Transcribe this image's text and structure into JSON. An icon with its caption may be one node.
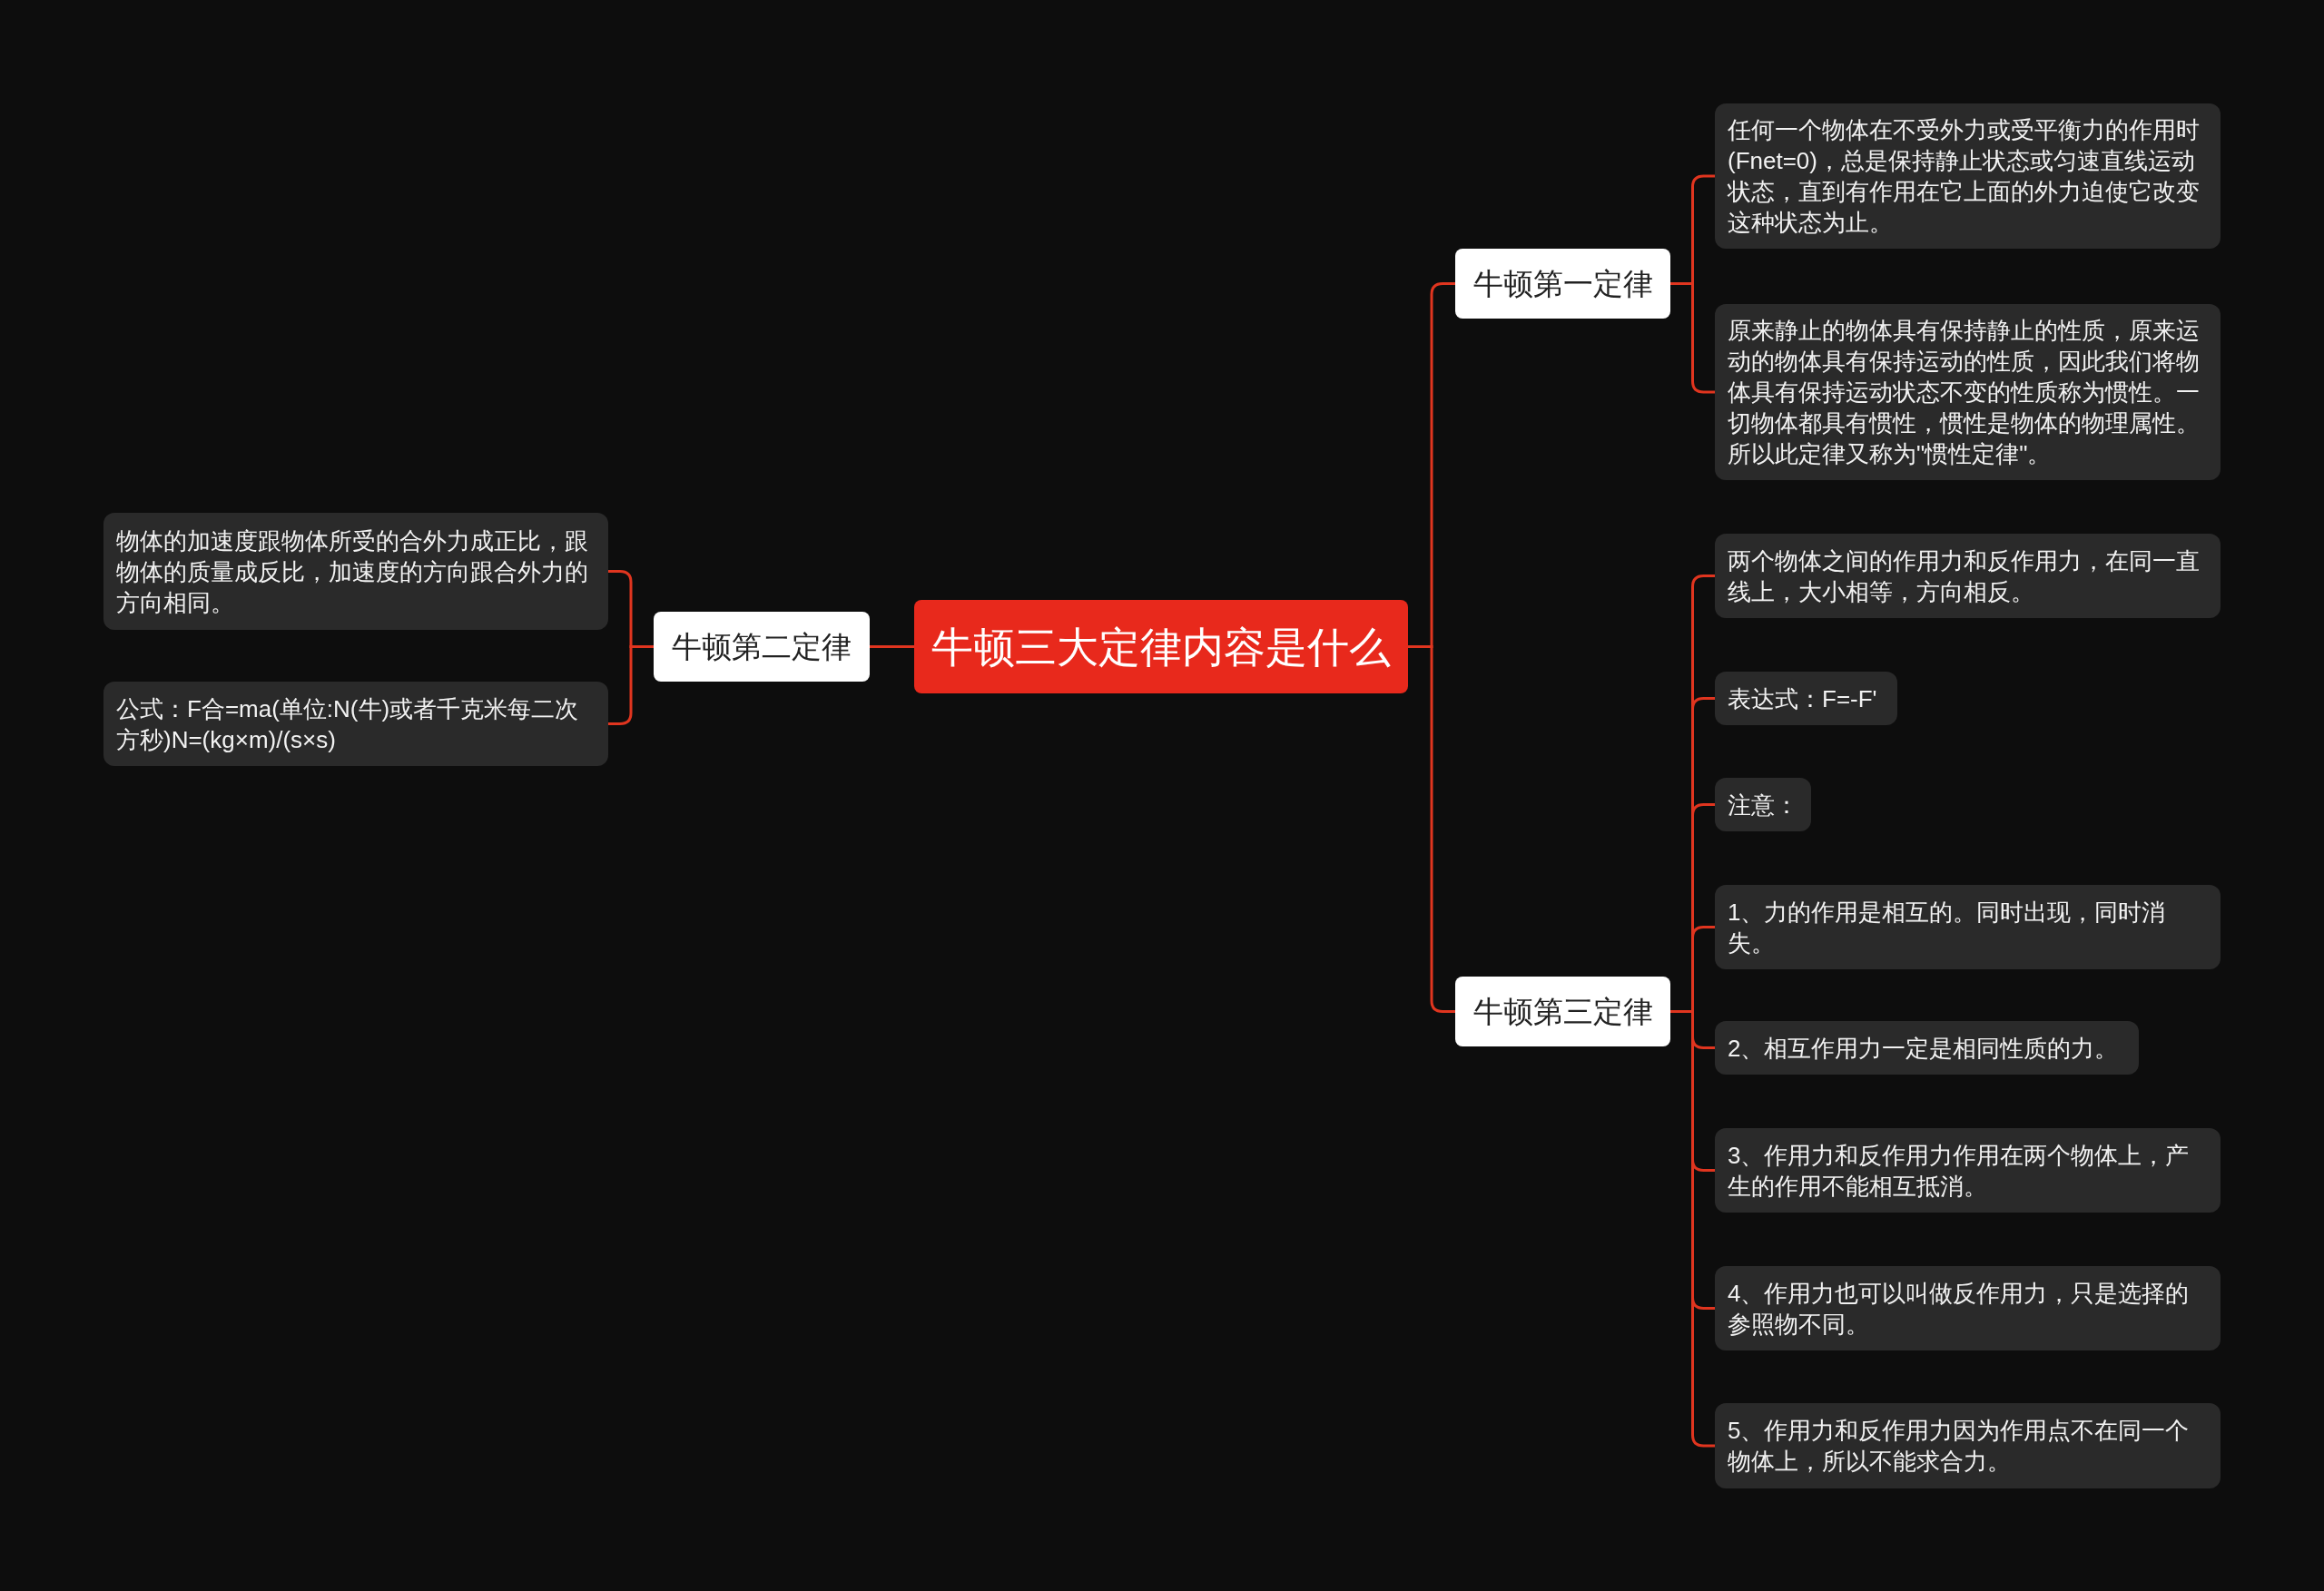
{
  "diagram": {
    "nodes": [
      {
        "text": [
          "牛顿三大定律内容是什么"
        ]
      },
      {
        "text": [
          "牛顿第一定律"
        ]
      },
      {
        "text": [
          "任何一个物体在不受外力或受平衡力的作用时(Fnet=0)，总是保持静止状态或匀速直线运动状态，直到有作用在它上面的外力迫使它改变这种状态为止。"
        ]
      },
      {
        "text": [
          "原来静止的物体具有保持静止的性质，原来运动的物体具有保持运动的性质，因此我们将物体具有保持运动状态不变的性质称为惯性。一切物体都具有惯性，惯性是物体的物理属性。所以此定律又称为\"惯性定律\"。"
        ]
      },
      {
        "text": [
          "牛顿第二定律"
        ]
      },
      {
        "text": [
          "物体的加速度跟物体所受的合外力成正比，跟物体的质量成反比，加速度的方向跟合外力的方向相同。"
        ]
      },
      {
        "text": [
          "公式：F合=ma(单位:N(牛)或者千克米每二次方秒)N=(kg×m)/(s×s)"
        ]
      },
      {
        "text": [
          "牛顿第三定律"
        ]
      },
      {
        "text": [
          "两个物体之间的作用力和反作用力，在同一直线上，大小相等，方向相反。"
        ]
      },
      {
        "text": [
          "表达式：F=-F'"
        ]
      },
      {
        "text": [
          "注意："
        ]
      },
      {
        "text": [
          "1、力的作用是相互的。同时出现，同时消失。"
        ]
      },
      {
        "text": [
          "2、相互作用力一定是相同性质的力。"
        ]
      },
      {
        "text": [
          "3、作用力和反作用力作用在两个物体上，产生的作用不能相互抵消。"
        ]
      },
      {
        "text": [
          "4、作用力也可以叫做反作用力，只是选择的参照物不同。"
        ]
      },
      {
        "text": [
          "5、作用力和反作用力因为作用点不在同一个物体上，所以不能求合力。"
        ]
      }
    ],
    "edges": [
      {
        "from": 0,
        "to": 1,
        "arrow": "none"
      },
      {
        "from": 1,
        "to": 2,
        "arrow": "none"
      },
      {
        "from": 1,
        "to": 3,
        "arrow": "none"
      },
      {
        "from": 0,
        "to": 4,
        "arrow": "none"
      },
      {
        "from": 4,
        "to": 5,
        "arrow": "none"
      },
      {
        "from": 4,
        "to": 6,
        "arrow": "none"
      },
      {
        "from": 0,
        "to": 7,
        "arrow": "none"
      },
      {
        "from": 7,
        "to": 8,
        "arrow": "none"
      },
      {
        "from": 7,
        "to": 9,
        "arrow": "none"
      },
      {
        "from": 7,
        "to": 10,
        "arrow": "none"
      },
      {
        "from": 7,
        "to": 11,
        "arrow": "none"
      },
      {
        "from": 7,
        "to": 12,
        "arrow": "none"
      },
      {
        "from": 7,
        "to": 13,
        "arrow": "none"
      },
      {
        "from": 7,
        "to": 14,
        "arrow": "none"
      },
      {
        "from": 7,
        "to": 15,
        "arrow": "none"
      }
    ]
  }
}
